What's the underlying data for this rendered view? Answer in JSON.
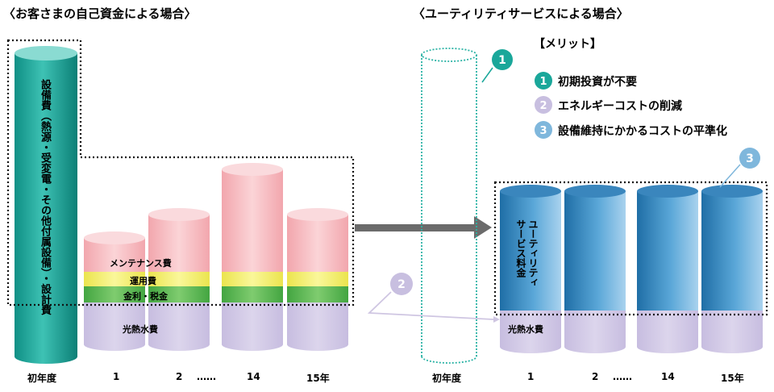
{
  "left_title": "〈お客さまの自己資金による場合〉",
  "right_title": "〈ユーティリティサービスによる場合〉",
  "merit": {
    "heading": "【メリット】",
    "items": [
      {
        "num": "1",
        "text": "初期投資が不要",
        "color": "#1aa79a"
      },
      {
        "num": "2",
        "text": "エネルギーコストの削減",
        "color": "#c8bfe0"
      },
      {
        "num": "3",
        "text": "設備維持にかかるコストの平準化",
        "color": "#7fb7dc"
      }
    ]
  },
  "left": {
    "equipment_label": "設備費（熱源・受変電・その他付属設備）・設計費",
    "maintenance_label": "メンテナンス費",
    "operation_label": "運用費",
    "tax_label": "金利・税金",
    "utility_label": "光熱水費",
    "x_labels": [
      "初年度",
      "1",
      "2",
      "……",
      "14",
      "15年"
    ]
  },
  "right": {
    "service_label": "ユーティリティサービス料金",
    "utility_label": "光熱水費",
    "x_labels": [
      "初年度",
      "1",
      "2",
      "……",
      "14",
      "15年"
    ]
  },
  "markers": {
    "one": "1",
    "two": "2",
    "three": "3"
  },
  "colors": {
    "teal": "#1aa79a",
    "pink": "#f4b5bb",
    "yellow": "#f3ef6a",
    "green": "#5db85a",
    "lavender": "#cfc6e2",
    "blue": "#2f7fb6",
    "arrow": "#6b6b6b"
  }
}
